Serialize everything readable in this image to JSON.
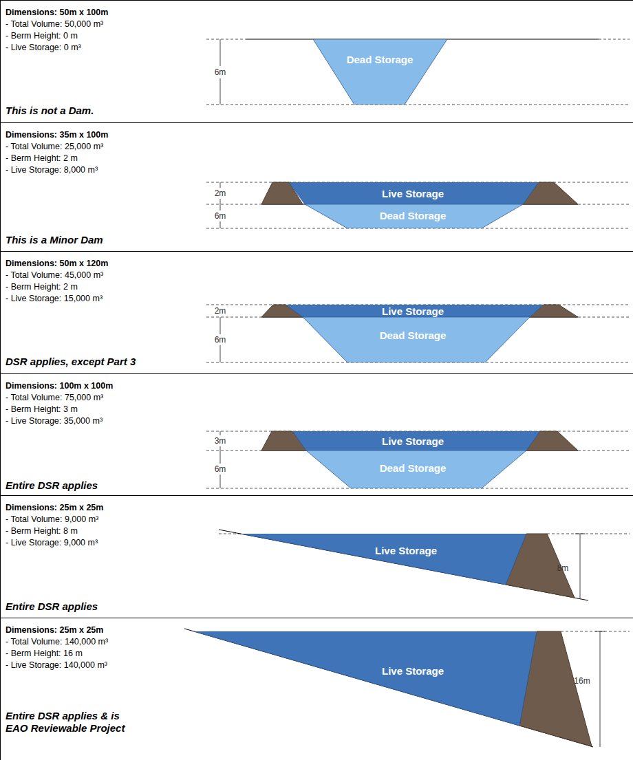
{
  "diagram": {
    "nodes": [
      {
        "text": [
          "Dead Storage"
        ]
      },
      {
        "text": [
          "Live Storage"
        ]
      },
      {
        "text": [
          "Dead Storage"
        ]
      },
      {
        "text": [
          "Live Storage"
        ]
      },
      {
        "text": [
          "Dead Storage"
        ]
      },
      {
        "text": [
          "Live Storage"
        ]
      },
      {
        "text": [
          "Dead Storage"
        ]
      },
      {
        "text": [
          "Live Storage"
        ]
      },
      {
        "text": [
          "Live Storage"
        ]
      }
    ],
    "labels": [
      "Dimensions: 50m x 100m",
      "- Total Volume: 50,000 m³",
      "- Berm Height: 0 m",
      "- Live Storage: 0 m³",
      "This is not a Dam.",
      "6m",
      "Dimensions: 35m x 100m",
      "- Total Volume: 25,000 m³",
      "- Berm Height: 2 m",
      "- Live Storage: 8,000 m³",
      "This is a Minor Dam",
      "2m",
      "6m",
      "Dimensions: 50m x 120m",
      "- Total Volume: 45,000 m³",
      "- Berm Height: 2 m",
      "- Live Storage: 15,000 m³",
      "DSR applies, except Part 3",
      "2m",
      "6m",
      "Dimensions: 100m x 100m",
      "- Total Volume: 75,000 m³",
      "- Berm Height: 3 m",
      "- Live Storage: 35,000 m³",
      "Entire DSR applies",
      "3m",
      "6m",
      "Dimensions: 25m x 25m",
      "- Total Volume: 9,000 m³",
      "- Berm Height: 8 m",
      "- Live Storage: 9,000 m³",
      "Entire DSR applies",
      "8m",
      "Dimensions: 25m x 25m",
      "- Total Volume: 140,000 m³",
      "- Berm Height: 16 m",
      "- Live Storage: 140,000 m³",
      "Entire DSR applies & is EAO Reviewable Project",
      "16m"
    ]
  }
}
